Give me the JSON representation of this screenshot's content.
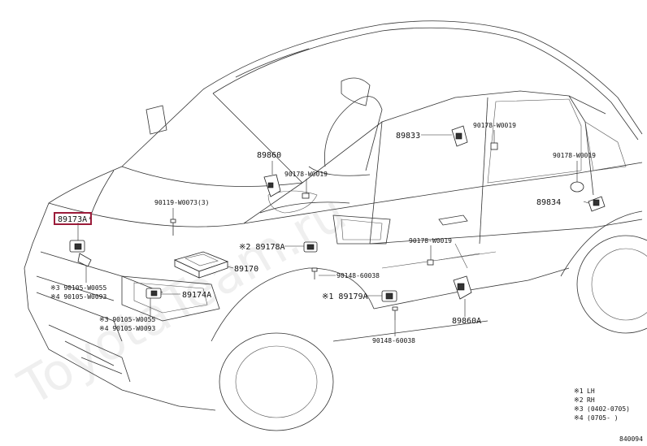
{
  "watermark": "ToyotaTeam.ru",
  "highlight_color": "#9b1c3a",
  "callouts": [
    {
      "id": "p89173A",
      "text": "89173A"
    },
    {
      "id": "p90119",
      "text": "90119-W0073(3)"
    },
    {
      "id": "p89860",
      "text": "89860"
    },
    {
      "id": "p90178a",
      "text": "90178-W0019"
    },
    {
      "id": "p89833",
      "text": "89833"
    },
    {
      "id": "p90178b",
      "text": "90178-W0019"
    },
    {
      "id": "p90178c",
      "text": "90178-W0019"
    },
    {
      "id": "p89834",
      "text": "89834"
    },
    {
      "id": "p89178A",
      "text": "※2 89178A"
    },
    {
      "id": "p89170",
      "text": "89170"
    },
    {
      "id": "p90178d",
      "text": "90178-W0019"
    },
    {
      "id": "p90148a",
      "text": "90148-60038"
    },
    {
      "id": "p89179A",
      "text": "※1 89179A"
    },
    {
      "id": "p89860A",
      "text": "89860A"
    },
    {
      "id": "p90148b",
      "text": "90148-60038"
    },
    {
      "id": "p89174A",
      "text": "89174A"
    },
    {
      "id": "p90105a",
      "text": "※3 90105-W0055"
    },
    {
      "id": "p90105b",
      "text": "※4 90105-W0093"
    },
    {
      "id": "p90105c",
      "text": "※3 90105-W0055"
    },
    {
      "id": "p90105d",
      "text": "※4 90105-W0093"
    }
  ],
  "legend": [
    {
      "key": "※1",
      "value": "LH"
    },
    {
      "key": "※2",
      "value": "RH"
    },
    {
      "key": "※3",
      "value": "(0402-0705)"
    },
    {
      "key": "※4",
      "value": "(0705-    )"
    }
  ],
  "figure_code": "840094"
}
